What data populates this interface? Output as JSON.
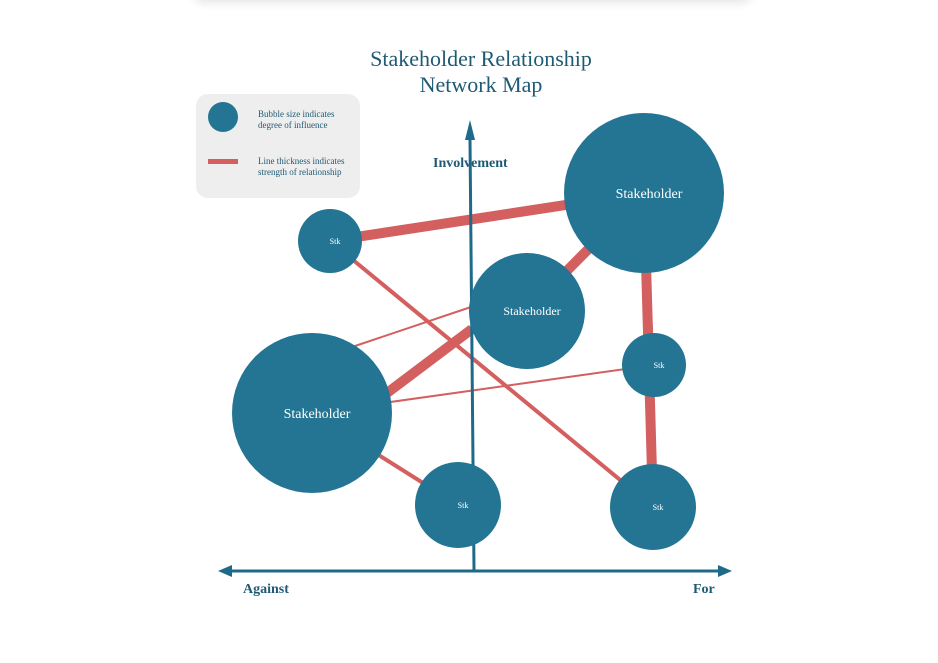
{
  "title": {
    "line1": "Stakeholder Relationship",
    "line2": "Network Map"
  },
  "legend": {
    "bubble_text": "Bubble size indicates degree of influence",
    "line_text": "Line thickness indicates strength of relationship"
  },
  "axes": {
    "vertical_label": "Involvement",
    "left_label": "Against",
    "right_label": "For"
  },
  "colors": {
    "node": "#247593",
    "link": "#d45f5f",
    "axis": "#1e6a88",
    "text": "#1e5a73"
  },
  "nodes": [
    {
      "id": "top-right",
      "label": "Stakeholder",
      "size": "large"
    },
    {
      "id": "top-left",
      "label": "Stk",
      "size": "small"
    },
    {
      "id": "center",
      "label": "Stakeholder",
      "size": "medium"
    },
    {
      "id": "right-middle",
      "label": "Stk",
      "size": "small"
    },
    {
      "id": "left-big",
      "label": "Stakeholder",
      "size": "large"
    },
    {
      "id": "bottom-center",
      "label": "Stk",
      "size": "small"
    },
    {
      "id": "bottom-right",
      "label": "Stk",
      "size": "small"
    }
  ],
  "links": [
    {
      "from": "top-left",
      "to": "top-right",
      "strength": "strong"
    },
    {
      "from": "center",
      "to": "top-right",
      "strength": "strong"
    },
    {
      "from": "top-right",
      "to": "right-middle",
      "strength": "weak"
    },
    {
      "from": "top-right",
      "to": "bottom-right",
      "strength": "strong"
    },
    {
      "from": "top-left",
      "to": "bottom-right",
      "strength": "medium"
    },
    {
      "from": "left-big",
      "to": "center",
      "strength": "strong"
    },
    {
      "from": "left-big",
      "to": "center",
      "strength": "weak"
    },
    {
      "from": "left-big",
      "to": "right-middle",
      "strength": "weak"
    },
    {
      "from": "left-big",
      "to": "bottom-center",
      "strength": "medium"
    }
  ]
}
